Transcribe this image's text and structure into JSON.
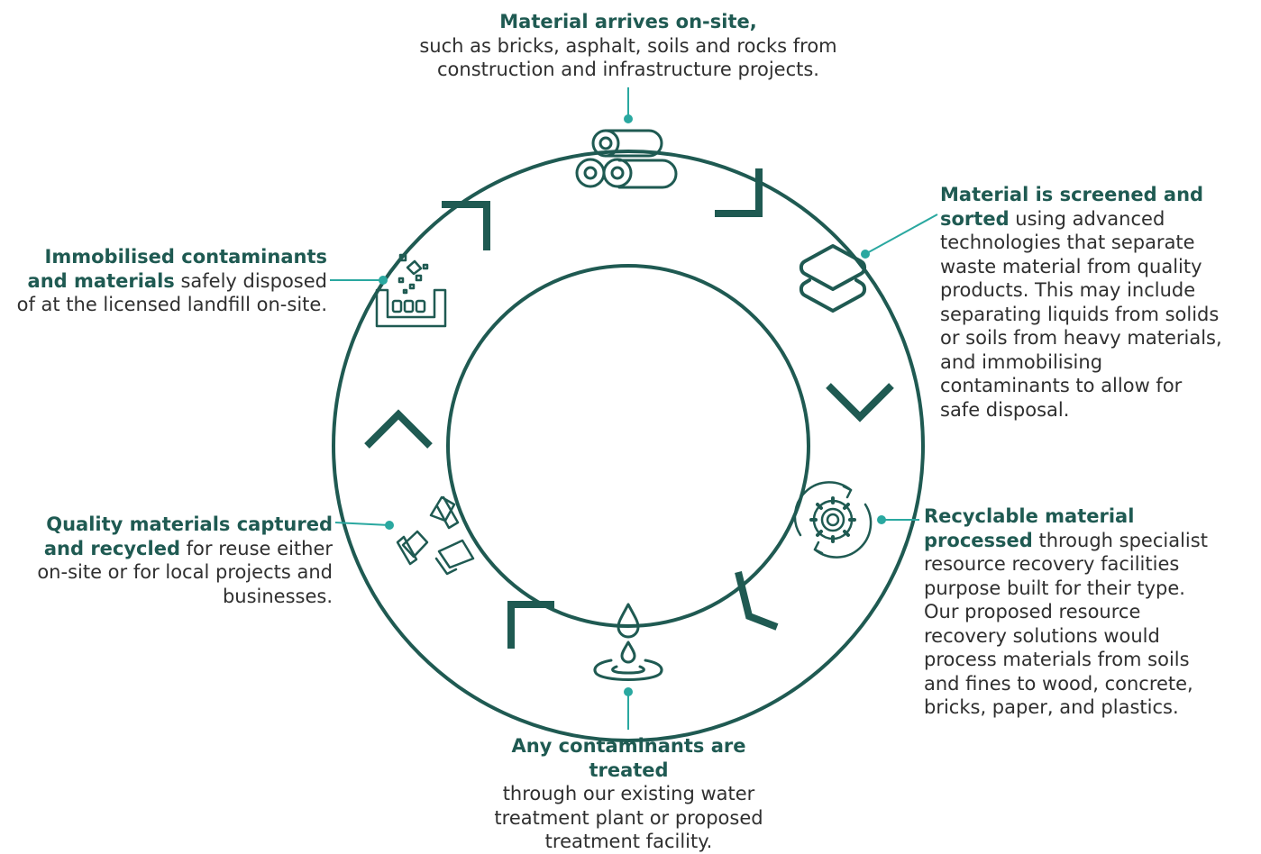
{
  "steps": {
    "arrive": {
      "heading": "Material arrives on-site,",
      "body": "such as bricks, asphalt, soils and rocks from construction and infrastructure projects."
    },
    "screen": {
      "heading": "Material is screened and sorted",
      "body": " using advanced technologies that separate waste  material from quality products. This may include separating liquids from solids or soils from heavy materials, and immobilising contaminants to allow for safe disposal."
    },
    "recycle_process": {
      "heading": "Recyclable material processed",
      "body": " through specialist resource recovery facilities purpose built for their type. Our proposed resource recovery solutions would process materials from soils and fines to wood, concrete, bricks, paper, and plastics."
    },
    "treat": {
      "heading": "Any contaminants are treated",
      "body": "through our existing water treatment plant or proposed treatment facility."
    },
    "capture": {
      "heading": "Quality materials captured and recycled",
      "body": " for reuse either on-site or for local projects and businesses."
    },
    "landfill": {
      "heading": "Immobilised contaminants and materials",
      "body": " safely disposed of at the licensed landfill on-site."
    }
  },
  "icons": [
    "pipes-icon",
    "layers-icon",
    "gear-cycle-icon",
    "water-drop-icon",
    "recycle-icon",
    "landfill-icon"
  ],
  "colors": {
    "ring": "#1f5a52",
    "connector": "#2aa8a0",
    "heading": "#1f5a52"
  }
}
